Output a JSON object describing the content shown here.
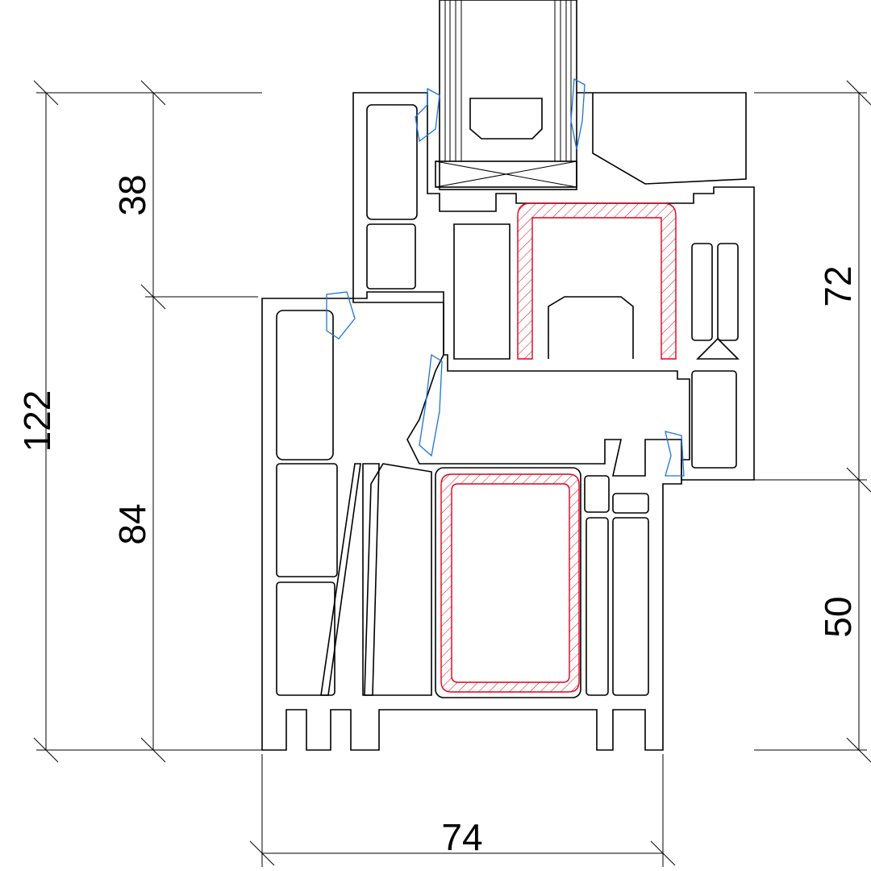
{
  "drawing": {
    "title": "window profile cross-section",
    "dimensions": {
      "overall_height": "122",
      "sash_upper": "38",
      "frame_height": "84",
      "sash_height": "72",
      "frame_lower": "50",
      "frame_width": "74"
    },
    "colors": {
      "outline": "#000000",
      "gasket": "#1e73d8",
      "steel_reinforcement": "#e0001a"
    }
  }
}
